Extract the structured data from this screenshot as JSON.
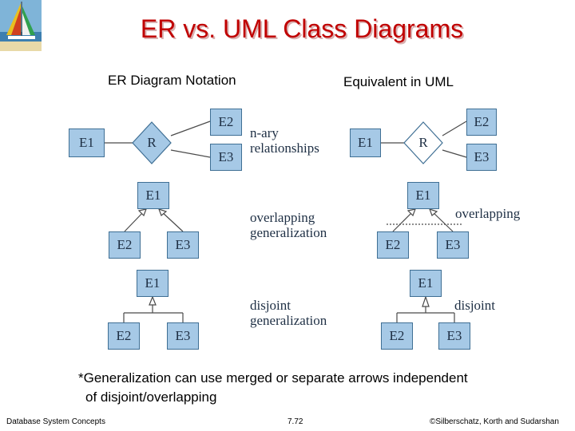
{
  "title": "ER vs. UML Class Diagrams",
  "headings": {
    "left": "ER Diagram Notation",
    "right": "Equivalent in UML"
  },
  "entities": {
    "e1": "E1",
    "e2": "E2",
    "e3": "E3",
    "relationship": "R"
  },
  "labels": {
    "nary_line1": "n-ary",
    "nary_line2": "relationships",
    "overlap_line1": "overlapping",
    "overlap_line2": "generalization",
    "disjoint_line1": "disjoint",
    "disjoint_line2": "generalization",
    "uml_overlapping": "overlapping",
    "uml_disjoint": "disjoint"
  },
  "note": {
    "line1": "*Generalization can use merged or separate arrows independent",
    "line2": "of disjoint/overlapping"
  },
  "footer": {
    "left": "Database System Concepts",
    "center": "7.72",
    "right": "©Silberschatz, Korth and Sudarshan"
  },
  "colors": {
    "title": "#c00000",
    "entity_fill": "#a6c9e6",
    "entity_border": "#3f6f94"
  }
}
